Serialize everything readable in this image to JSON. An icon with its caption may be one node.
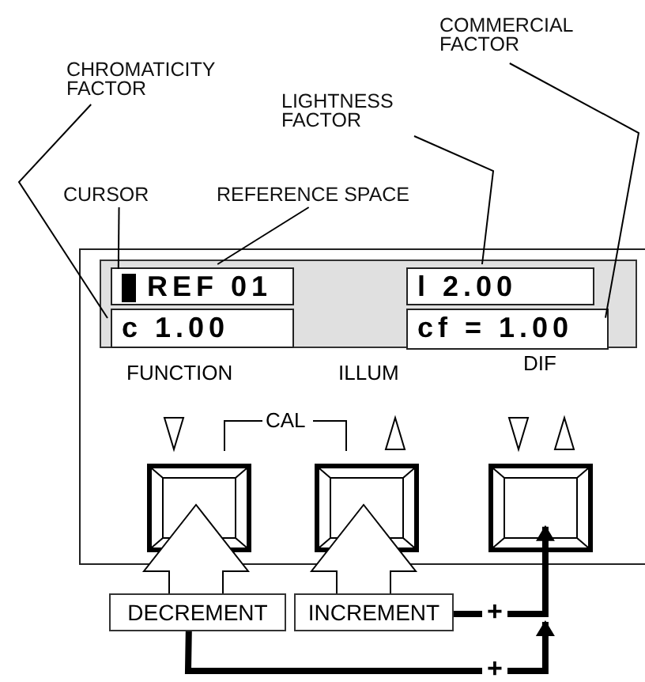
{
  "diagram": {
    "nodes": [
      {
        "text": [
          "COMMERCIAL FACTOR"
        ]
      },
      {
        "text": [
          "CHROMATICITY FACTOR"
        ]
      },
      {
        "text": [
          "LIGHTNESS FACTOR"
        ]
      },
      {
        "text": [
          "CURSOR"
        ]
      },
      {
        "text": [
          "REFERENCE SPACE"
        ]
      },
      {
        "text": [],
        "shape": "box"
      },
      {
        "text": [],
        "shape": "box",
        "in": 5
      },
      {
        "text": [
          "REF 01"
        ],
        "in": 6
      },
      {
        "text": [],
        "shape": "box",
        "in": 7
      },
      {
        "text": [
          "l 2.00"
        ],
        "in": 6
      },
      {
        "text": [
          "c 1.00"
        ],
        "in": 6
      },
      {
        "text": [
          "cf = 1.00"
        ],
        "in": 6
      },
      {
        "text": [],
        "shape": "box",
        "in": 5
      },
      {
        "text": [],
        "shape": "box",
        "in": 5
      },
      {
        "text": [],
        "shape": "box",
        "in": 5
      },
      {
        "text": [
          "DECREMENT"
        ]
      },
      {
        "text": [
          "INCREMENT"
        ]
      }
    ],
    "edges": [
      {
        "from": 1,
        "to": 10,
        "arrow": "none"
      },
      {
        "from": 3,
        "to": 8,
        "arrow": "none"
      },
      {
        "from": 4,
        "to": 7,
        "arrow": "none"
      },
      {
        "from": 2,
        "to": 9,
        "arrow": "none"
      },
      {
        "from": 0,
        "to": 11,
        "arrow": "none"
      },
      {
        "from": 15,
        "to": 12,
        "arrow": "to"
      },
      {
        "from": 16,
        "to": 13,
        "arrow": "to"
      },
      {
        "from": 16,
        "to": 14,
        "arrow": "to",
        "label": "+",
        "style": "thick"
      },
      {
        "from": 15,
        "to": 14,
        "arrow": "to",
        "label": "+",
        "style": "thick"
      }
    ],
    "labels": [
      "FUNCTION",
      "ILLUM",
      "DIF",
      "CAL"
    ]
  }
}
